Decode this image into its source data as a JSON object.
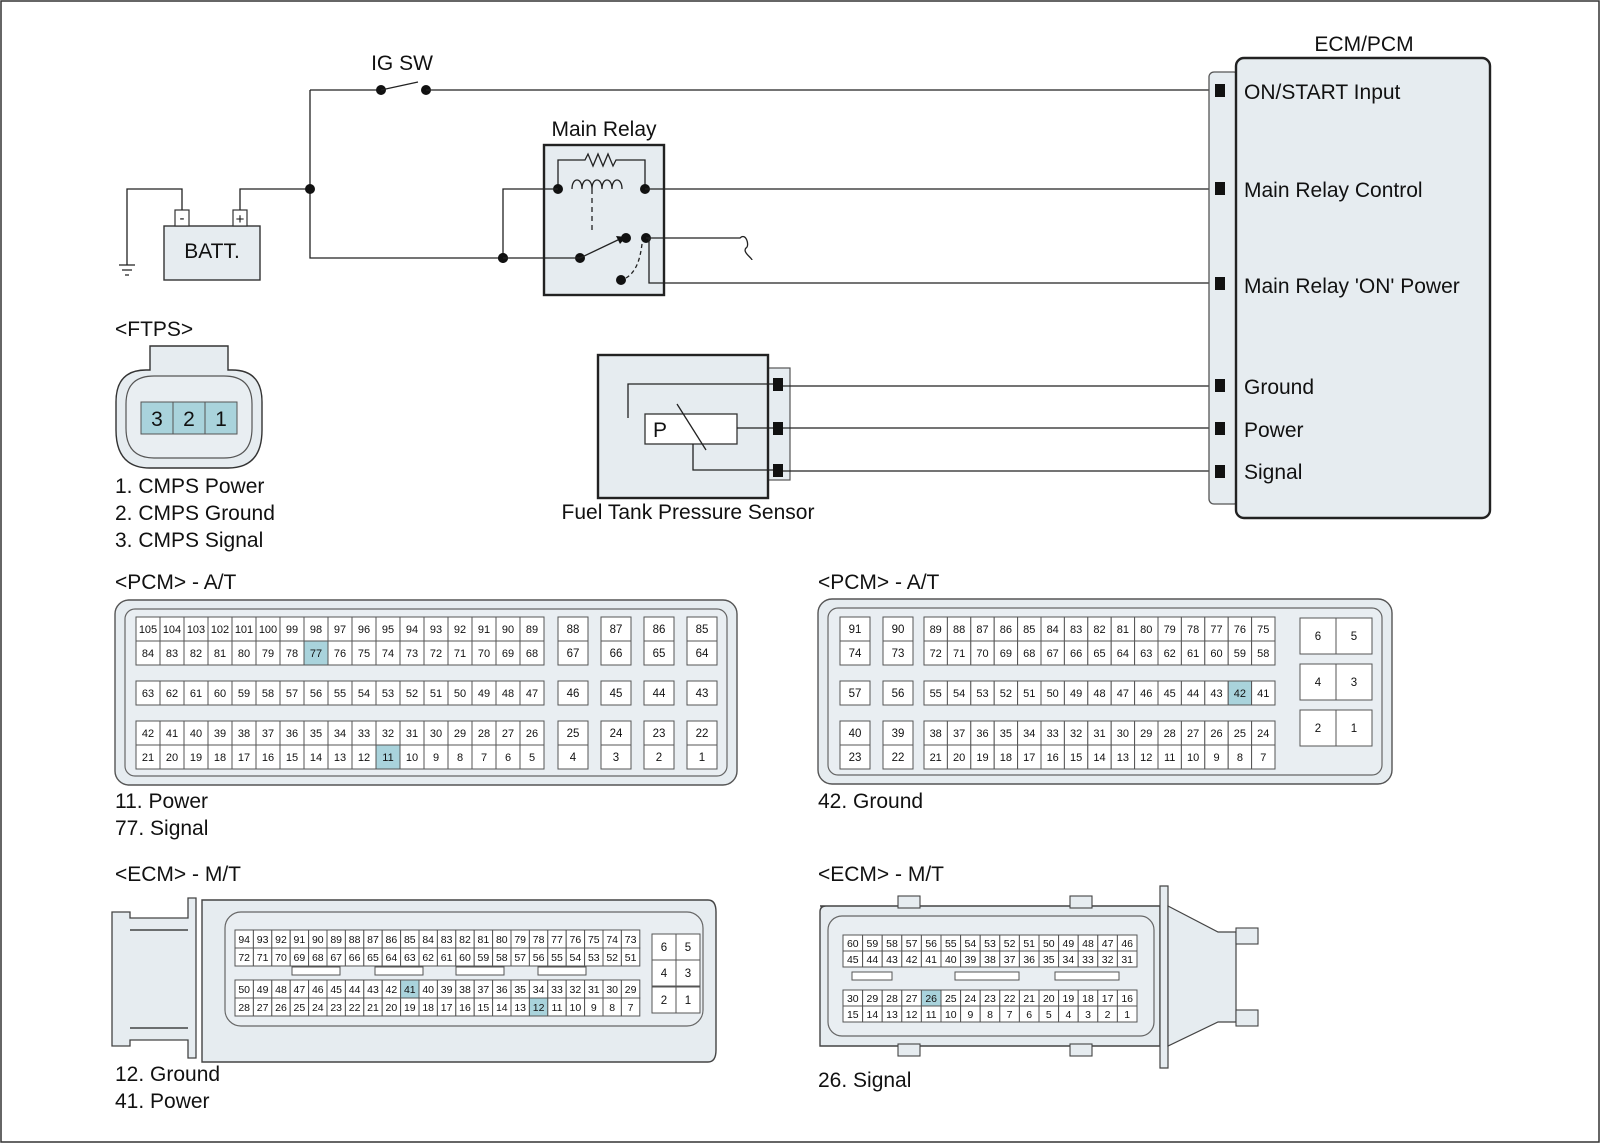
{
  "top": {
    "ecm_title": "ECM/PCM",
    "ig_sw": "IG SW",
    "main_relay": "Main Relay",
    "batt": "BATT.",
    "batt_minus": "-",
    "batt_plus": "+",
    "sensor_name": "Fuel Tank Pressure Sensor",
    "sensor_p": "P",
    "ecm_pins": [
      "ON/START Input",
      "Main Relay Control",
      "Main Relay 'ON' Power",
      "Ground",
      "Power",
      "Signal"
    ]
  },
  "ftps": {
    "title": "<FTPS>",
    "pins": [
      "3",
      "2",
      "1"
    ],
    "legend": [
      "1. CMPS Power",
      "2. CMPS Ground",
      "3. CMPS Signal"
    ]
  },
  "pcm_a": {
    "title": "<PCM> - A/T",
    "legend": [
      "11. Power",
      "77. Signal"
    ],
    "highlight": [
      "77",
      "11"
    ]
  },
  "pcm_b": {
    "title": "<PCM> - A/T",
    "legend": [
      "42. Ground"
    ],
    "highlight": [
      "42"
    ]
  },
  "ecm_a": {
    "title": "<ECM> - M/T",
    "legend": [
      "12. Ground",
      "41. Power"
    ],
    "highlight": [
      "41",
      "12"
    ]
  },
  "ecm_b": {
    "title": "<ECM> - M/T",
    "legend": [
      "26. Signal"
    ],
    "highlight": [
      "26"
    ]
  },
  "colors": {
    "highlight": "#a9d3dc",
    "connector": "#e6ecf0"
  }
}
